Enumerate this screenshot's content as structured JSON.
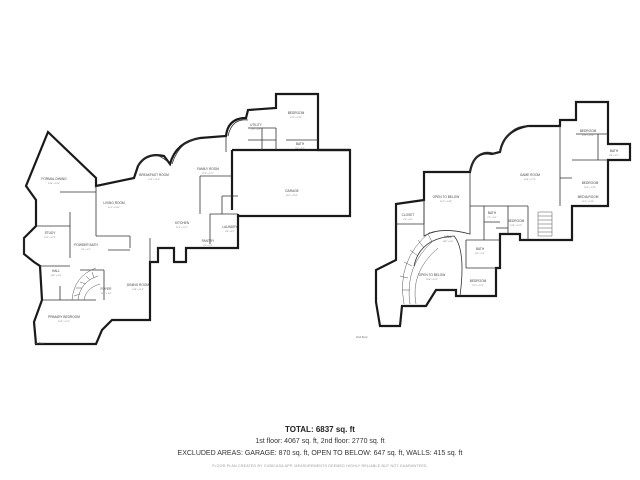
{
  "plan": {
    "floor1": {
      "level_label": "1st floor",
      "rooms": [
        {
          "name": "FORMAL DINING",
          "dims": "19'0\" x 14'0\""
        },
        {
          "name": "BREAKFAST ROOM",
          "dims": "13'3\" x 11'8\""
        },
        {
          "name": "FAMILY ROOM",
          "dims": "22'9\" x 17'7\""
        },
        {
          "name": "GARAGE",
          "dims": "39'7\" x 25'0\""
        },
        {
          "name": "BEDROOM",
          "dims": "13'2\" x 13'0\""
        },
        {
          "name": "BATH",
          "dims": "9'0\" x 8'2\""
        },
        {
          "name": "LIVING ROOM",
          "dims": "20'1\" x 16'4\""
        },
        {
          "name": "KITCHEN",
          "dims": "21'9\" x 15'7\""
        },
        {
          "name": "STUDY",
          "dims": "13'1\" x 12'5\""
        },
        {
          "name": "POWDER BATH",
          "dims": "5'0\" x 4'1\""
        },
        {
          "name": "HALL",
          "dims": "10'8\" x 4'5\""
        },
        {
          "name": "FOYER",
          "dims": "14'2\" x 9'4\""
        },
        {
          "name": "DINING ROOM",
          "dims": "14'8\" x 11'6\""
        },
        {
          "name": "PRIMARY BEDROOM",
          "dims": "20'3\" x 17'1\""
        },
        {
          "name": "LAUNDRY",
          "dims": "8'6\" x 6'1\""
        },
        {
          "name": "PANTRY",
          "dims": "6'2\" x 4'0\""
        },
        {
          "name": "UTILITY",
          "dims": "4'2\" x 3'7\""
        }
      ]
    },
    "floor2": {
      "level_label": "2nd floor",
      "rooms": [
        {
          "name": "OPEN TO BELOW",
          "dims": "16'1\" x 14'8\""
        },
        {
          "name": "BEDROOM",
          "dims": "14'2\" x 12'6\""
        },
        {
          "name": "BEDROOM",
          "dims": "15'0\" x 13'3\""
        },
        {
          "name": "BATH",
          "dims": "9'8\" x 6'1\""
        },
        {
          "name": "GAME ROOM",
          "dims": "26'8\" x 17'5\""
        },
        {
          "name": "MEDIA ROOM",
          "dims": "16'1\" x 14'5\""
        },
        {
          "name": "HALL",
          "dims": "18'9\" x 4'0\""
        },
        {
          "name": "BEDROOM",
          "dims": "13'9\" x 12'2\""
        },
        {
          "name": "OPEN TO BELOW",
          "dims": "18'8\" x 15'2\""
        },
        {
          "name": "BEDROOM",
          "dims": "13'1\" x 12'0\""
        },
        {
          "name": "BATH",
          "dims": "8'4\" x 5'6\""
        },
        {
          "name": "BATH",
          "dims": "7'2\" x 5'0\""
        },
        {
          "name": "CLOSET",
          "dims": "5'4\" x 4'0\""
        }
      ]
    }
  },
  "summary": {
    "total_label": "TOTAL: ",
    "total_value": "6837 sq. ft",
    "floors_line": "1st floor: 4067 sq. ft, 2nd floor: 2770 sq. ft",
    "excluded_line": "EXCLUDED AREAS: GARAGE: 870 sq. ft, OPEN TO BELOW: 647 sq. ft, WALLS: 415 sq. ft",
    "disclaimer": "FLOOR PLAN CREATED BY CUBICASA APP. MEASUREMENTS DEEMED HIGHLY RELIABLE BUT NOT GUARANTEED."
  }
}
